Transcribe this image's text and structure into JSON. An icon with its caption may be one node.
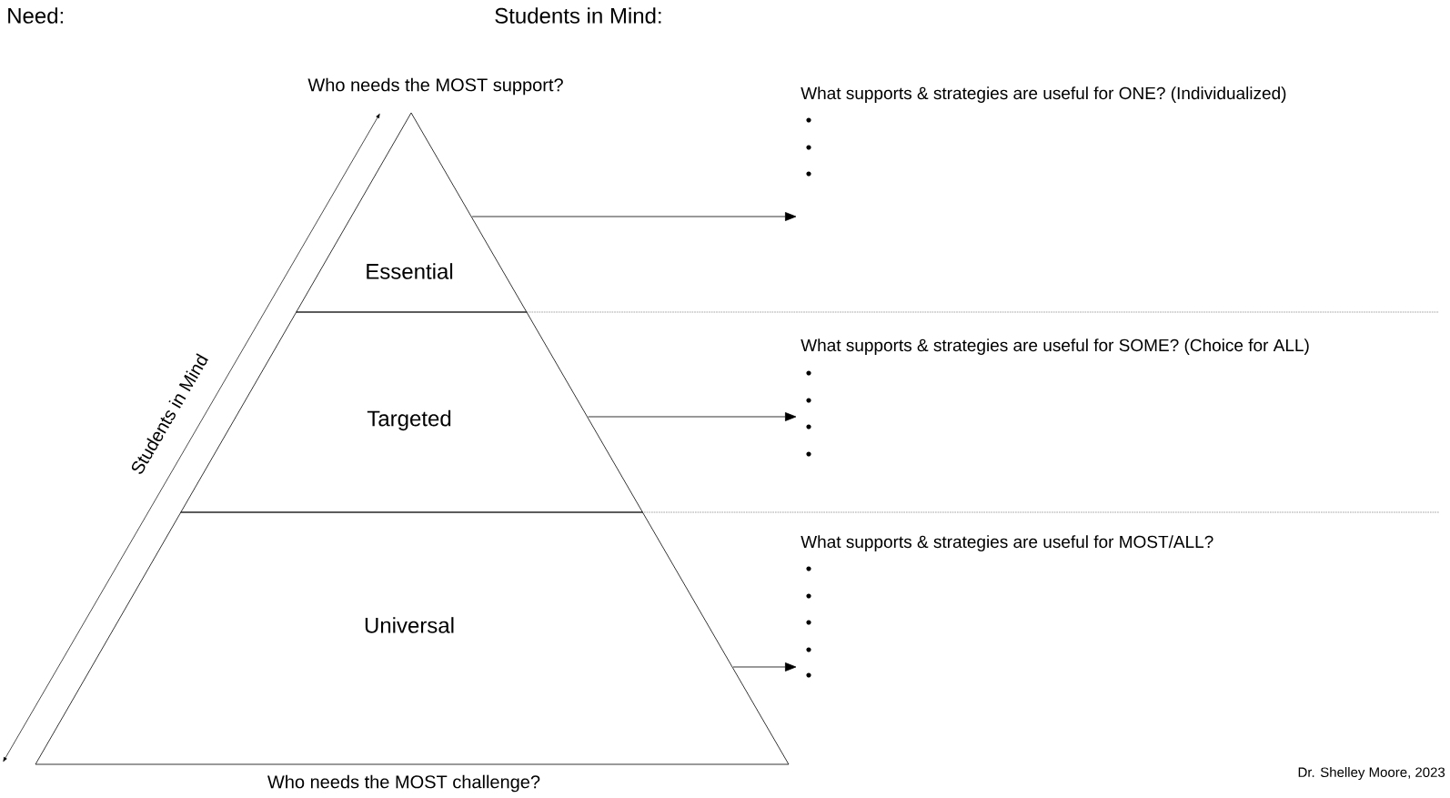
{
  "diagram": {
    "nodes": [
      {
        "text": [
          "Essential"
        ]
      },
      {
        "text": [
          "Targeted"
        ]
      },
      {
        "text": [
          "Universal"
        ]
      },
      {
        "text": [
          "What supports & strategies are useful for ONE? (Individualized)"
        ]
      },
      {
        "text": [
          "What supports & strategies are useful for SOME? (Choice for ALL)"
        ]
      },
      {
        "text": [
          "What supports & strategies are useful for MOST/ALL?"
        ]
      }
    ],
    "edges": [
      {
        "from": 0,
        "to": 3,
        "arrow": "to"
      },
      {
        "from": 1,
        "to": 4,
        "arrow": "to"
      },
      {
        "from": 2,
        "to": 5,
        "arrow": "to"
      }
    ],
    "labels": [
      "Need:",
      "Students in Mind:",
      "Who needs the MOST support?",
      "Students in Mind",
      "Who needs the MOST challenge?",
      "Dr. Shelley Moore, 2023"
    ]
  }
}
